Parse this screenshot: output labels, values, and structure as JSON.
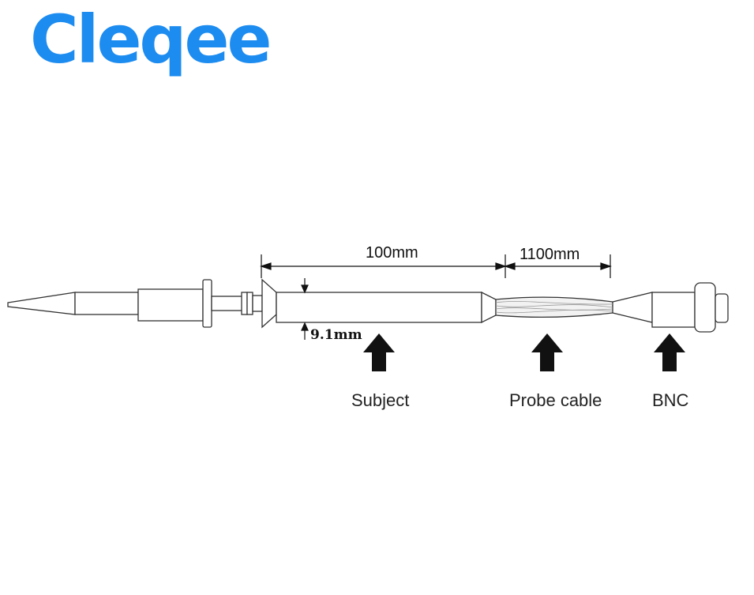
{
  "brand": {
    "name": "Cleqee",
    "color": "#1d8cf0"
  },
  "dimensions": {
    "body_length": "100mm",
    "cable_length": "1100mm",
    "body_diameter": "9.1mm"
  },
  "labels": {
    "subject": "Subject",
    "cable": "Probe cable",
    "bnc": "BNC"
  }
}
